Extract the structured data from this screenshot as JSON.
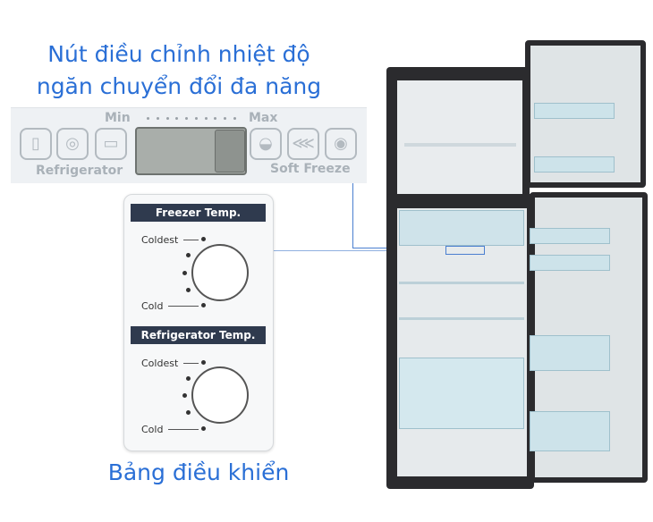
{
  "headline": {
    "line1": "Nút điều chỉnh nhiệt độ",
    "line2": "ngăn chuyển đổi đa năng"
  },
  "panel": {
    "min_label": "Min",
    "max_label": "Max",
    "left_label": "Refrigerator",
    "right_label": "Soft Freeze",
    "left_icons": [
      "can-icon",
      "jar-icon",
      "food-box-icon"
    ],
    "right_icons": [
      "meat-icon",
      "fish-icon",
      "sliced-food-icon"
    ]
  },
  "control_card": {
    "freezer": {
      "title": "Freezer Temp.",
      "coldest": "Coldest",
      "cold": "Cold"
    },
    "refrigerator": {
      "title": "Refrigerator Temp.",
      "coldest": "Coldest",
      "cold": "Cold"
    }
  },
  "caption": "Bảng điều khiển",
  "colors": {
    "accent": "#2a6fd6",
    "fridge_body": "#2b2b2e"
  }
}
